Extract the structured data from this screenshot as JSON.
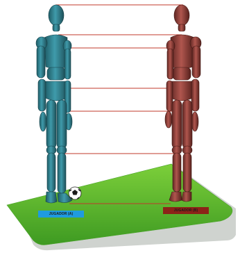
{
  "players": {
    "a": {
      "label": "JUGADOR (A)",
      "color": "#2f7f8c",
      "badge_color": "#1f9be0"
    },
    "b": {
      "label": "JUGADOR (B)",
      "color": "#8f3f3a",
      "badge_color": "#8c2318"
    }
  },
  "field": {
    "color": "#58b82e"
  },
  "lines": {
    "color": "#c0392b",
    "count": 7
  },
  "ball": {
    "icon": "soccer-ball-icon"
  }
}
